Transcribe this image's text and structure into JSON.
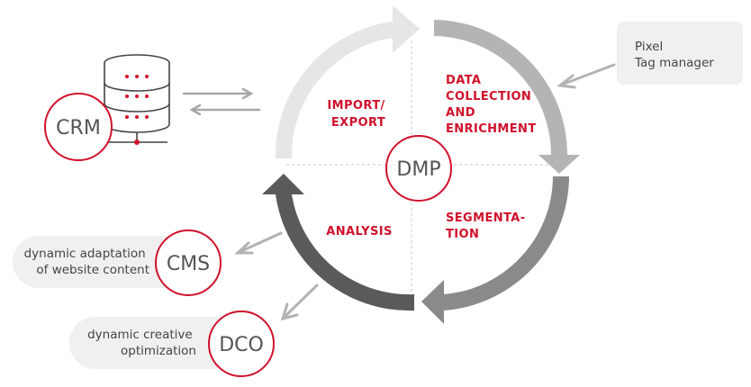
{
  "colors": {
    "accent_red": "#d0112b",
    "arrow_light": "#e6e6e6",
    "arrow_mid": "#b4b4b4",
    "arrow_dark": "#8a8a8a",
    "arrow_darkest": "#5a5a5a",
    "box_fill": "#f0f0f0",
    "connector_arrow": "#b3b3b3"
  },
  "cycle": {
    "center_label": "DMP",
    "quadrants": {
      "top_left": [
        "IMPORT/",
        "EXPORT"
      ],
      "top_right": [
        "DATA",
        "COLLECTION",
        "AND",
        "ENRICHMENT"
      ],
      "bottom_right": [
        "SEGMENTA-",
        "TION"
      ],
      "bottom_left": [
        "ANALYSIS"
      ]
    }
  },
  "nodes": {
    "crm": {
      "label": "CRM",
      "icon": "database-server-icon"
    },
    "cms": {
      "label": "CMS",
      "description": [
        "dynamic adaptation",
        "of website content"
      ]
    },
    "dco": {
      "label": "DCO",
      "description": [
        "dynamic creative",
        "optimization"
      ]
    },
    "pixel": {
      "description": [
        "Pixel",
        "Tag manager"
      ]
    }
  }
}
